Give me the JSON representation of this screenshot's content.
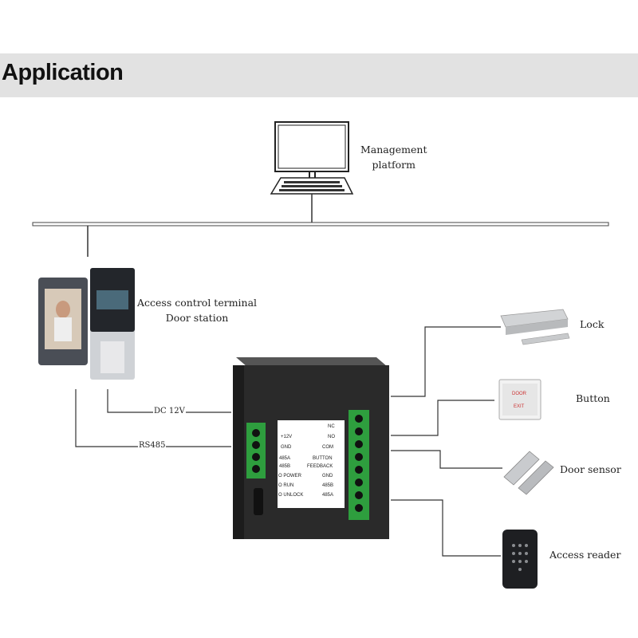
{
  "header": {
    "title": "Application"
  },
  "diagram": {
    "management": {
      "line1": "Management",
      "line2": "platform"
    },
    "terminal": {
      "line1": "Access control terminal",
      "line2": "Door station"
    },
    "wires": {
      "dc": "DC 12V",
      "rs485": "RS485"
    },
    "devices": {
      "lock": "Lock",
      "button": "Button",
      "door_sensor": "Door sensor",
      "access_reader": "Access reader"
    },
    "panel_left": [
      "+12V",
      "GND",
      "485A",
      "485B",
      "O POWER",
      "O RUN",
      "O UNLOCK"
    ],
    "panel_right": [
      "NC",
      "NO",
      "COM",
      "BUTTON",
      "FEEDBACK",
      "GND",
      "485B",
      "485A"
    ],
    "exit_button_text": {
      "top": "DOOR",
      "bottom": "EXIT"
    }
  },
  "colors": {
    "header_bg": "#e2e2e2",
    "terminal_green": "#2e9e3e",
    "controller_body": "#2a2a2a"
  }
}
